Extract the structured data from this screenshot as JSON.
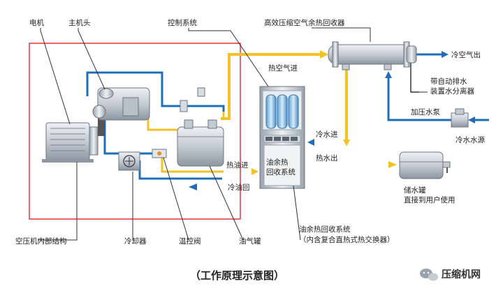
{
  "labels": {
    "motor": "电机",
    "main_head": "主机头",
    "control_system": "控制系统",
    "heat_exchanger": "高效压缩空气余热回收器",
    "hot_air_in": "热空气进",
    "cold_air_out": "冷空气出",
    "water_separator_line1": "带自动排水",
    "water_separator_line2": "装置水分离器",
    "booster_pump": "加压水泵",
    "cold_water_source": "冷水水源",
    "cold_water_in": "冷水进",
    "hot_water_out": "热水出",
    "hot_oil_in": "热油进",
    "cold_oil_return": "冷油回",
    "recovery_unit_line1": "油余热",
    "recovery_unit_line2": "回收系统",
    "storage_tank_line1": "储水罐",
    "storage_tank_line2": "直接到用户使用",
    "internal_structure": "空压机内部结构",
    "cooler": "冷却器",
    "thermostat_valve": "温控阀",
    "oil_gas_tank": "油气罐",
    "recovery_system_line1": "油余热回收系统",
    "recovery_system_line2": "（内含复合直热式热交换器）"
  },
  "caption": "（工作原理示意图）",
  "brand": "压缩机网",
  "colors": {
    "frame": "#e0363a",
    "hot": "#f3c226",
    "cold": "#1f6fb8",
    "equipment": "#c9cfd6",
    "equipment_dark": "#8e98a3"
  }
}
